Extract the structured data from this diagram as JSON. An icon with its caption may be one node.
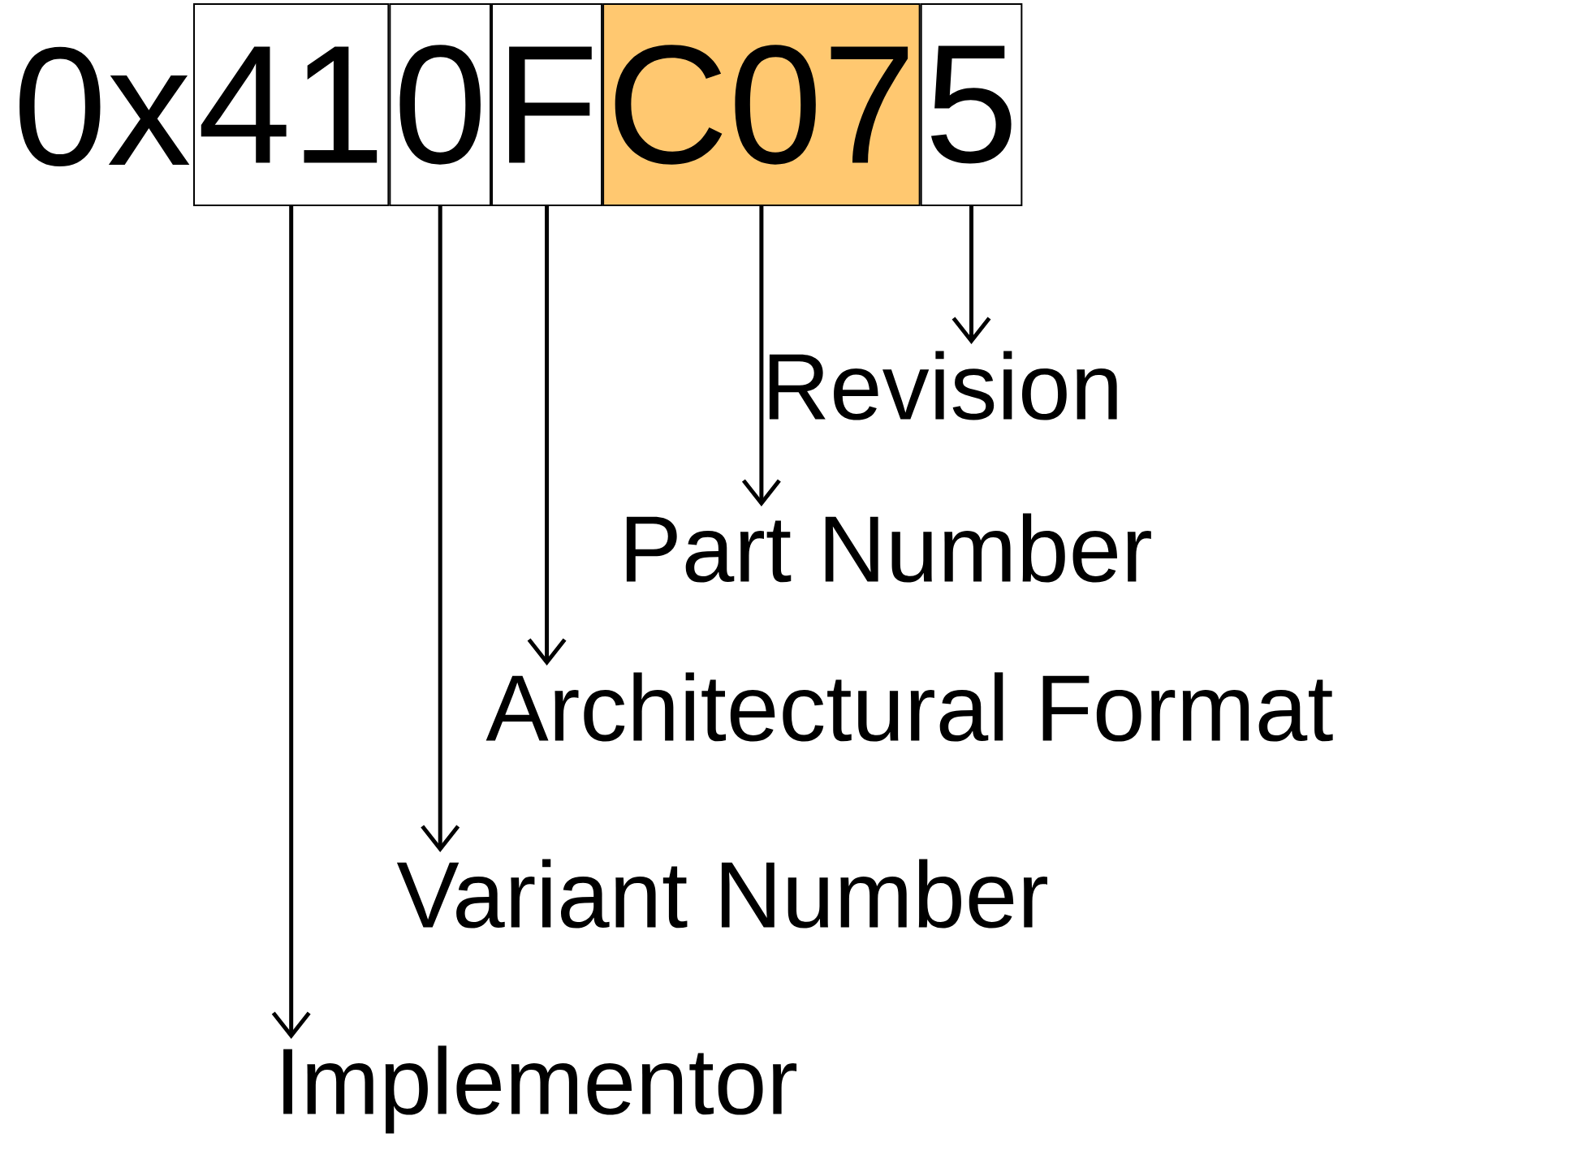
{
  "diagram": {
    "nodes": [
      {
        "text": [
          "41"
        ]
      },
      {
        "text": [
          "0"
        ]
      },
      {
        "text": [
          "F"
        ]
      },
      {
        "text": [
          "C07"
        ]
      },
      {
        "text": [
          "5"
        ]
      },
      {
        "text": [
          "Revision"
        ]
      },
      {
        "text": [
          "Part Number"
        ]
      },
      {
        "text": [
          "Architectural Format"
        ]
      },
      {
        "text": [
          "Variant Number"
        ]
      },
      {
        "text": [
          "Implementor"
        ]
      }
    ],
    "edges": [
      {
        "from": 4,
        "to": 5,
        "arrow": "to"
      },
      {
        "from": 3,
        "to": 6,
        "arrow": "to"
      },
      {
        "from": 2,
        "to": 7,
        "arrow": "to"
      },
      {
        "from": 1,
        "to": 8,
        "arrow": "to"
      },
      {
        "from": 0,
        "to": 9,
        "arrow": "to"
      }
    ],
    "labels": [
      "0x"
    ]
  }
}
